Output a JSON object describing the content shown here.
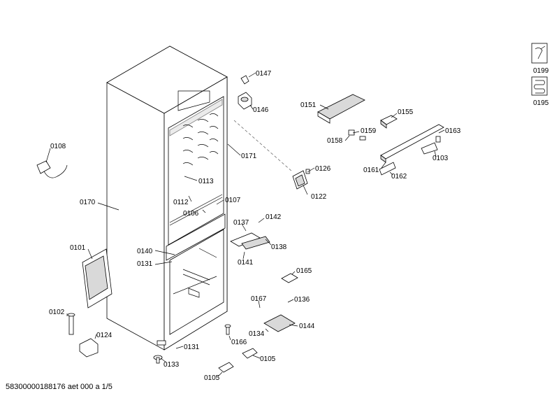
{
  "footer": {
    "document_id": "58300000188176 aet 000 a 1/5"
  },
  "legend": [
    {
      "code": "0199",
      "icon": "wrench-icon"
    },
    {
      "code": "0195",
      "icon": "heating-coil-icon"
    }
  ],
  "part_labels": [
    "0147",
    "0146",
    "0151",
    "0155",
    "0159",
    "0158",
    "0163",
    "0161",
    "0103",
    "0162",
    "0108",
    "0171",
    "0126",
    "0122",
    "0113",
    "0112",
    "0107",
    "0106",
    "0170",
    "0137",
    "0142",
    "0138",
    "0141",
    "0140",
    "0101",
    "0131",
    "0165",
    "0167",
    "0136",
    "0102",
    "0134",
    "0144",
    "0124",
    "0166",
    "0131",
    "0133",
    "0105",
    "0105"
  ]
}
